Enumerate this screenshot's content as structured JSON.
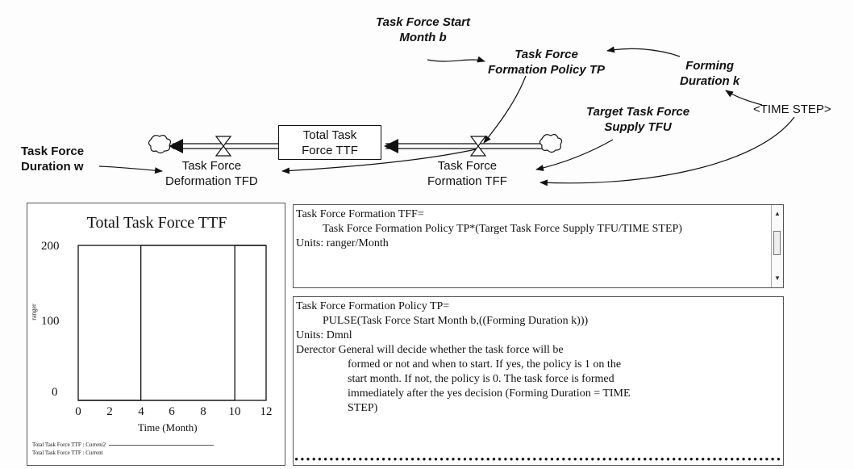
{
  "diagram": {
    "stock": {
      "label_line1": "Total Task",
      "label_line2": "Force TTF"
    },
    "flows": {
      "formation": {
        "line1": "Task Force",
        "line2": "Formation TFF"
      },
      "deformation": {
        "line1": "Task Force",
        "line2": "Deformation TFD"
      }
    },
    "variables": {
      "start_month": {
        "line1": "Task Force Start",
        "line2": "Month b"
      },
      "policy": {
        "line1": "Task Force",
        "line2": "Formation Policy TP"
      },
      "forming_duration": {
        "line1": "Forming",
        "line2": "Duration k"
      },
      "time_step": {
        "label": "<TIME STEP>"
      },
      "target_supply": {
        "line1": "Target Task Force",
        "line2": "Supply TFU"
      },
      "duration_w": {
        "line1": "Task Force",
        "line2": "Duration w"
      }
    }
  },
  "graph": {
    "title": "Total Task Force TTF",
    "x_axis_label": "Time (Month)",
    "y_axis_label": "ranger",
    "x_ticks": [
      "0",
      "2",
      "4",
      "6",
      "8",
      "10",
      "12"
    ],
    "y_ticks": [
      "200",
      "100",
      "0"
    ],
    "legend": [
      {
        "label": "Total Task Force TTF : Current2"
      },
      {
        "label": "Total Task Force TTF : Current"
      }
    ]
  },
  "chart_data": {
    "type": "line",
    "title": "Total Task Force TTF",
    "xlabel": "Time (Month)",
    "ylabel": "ranger",
    "xlim": [
      0,
      12
    ],
    "ylim": [
      0,
      200
    ],
    "series": [
      {
        "name": "Total Task Force TTF : Current2",
        "x": [
          0,
          4,
          4,
          12
        ],
        "y": [
          0,
          0,
          200,
          200
        ]
      },
      {
        "name": "Total Task Force TTF : Current",
        "x": [
          0,
          10,
          10,
          12
        ],
        "y": [
          0,
          0,
          200,
          200
        ]
      }
    ]
  },
  "equation1": {
    "name": "Task Force Formation TFF=",
    "formula": "Task Force Formation Policy TP*(Target Task Force Supply TFU/TIME STEP)",
    "units": "Units: ranger/Month"
  },
  "equation2": {
    "name": "Task Force Formation Policy TP=",
    "formula": "PULSE(Task Force Start Month b,((Forming Duration k)))",
    "units": "Units: Dmnl",
    "comment_line1": "Derector General will decide whether the task force will be",
    "comment_line2": "formed or not and when to start. If yes, the policy is 1 on the",
    "comment_line3": "start month. If not, the policy is 0. The task force is formed",
    "comment_line4": "immediately after the yes decision (Forming Duration = TIME",
    "comment_line5": "STEP)"
  },
  "colors": {
    "ink": "#111111",
    "panel_border": "#555555",
    "background": "#fdfdfd"
  }
}
